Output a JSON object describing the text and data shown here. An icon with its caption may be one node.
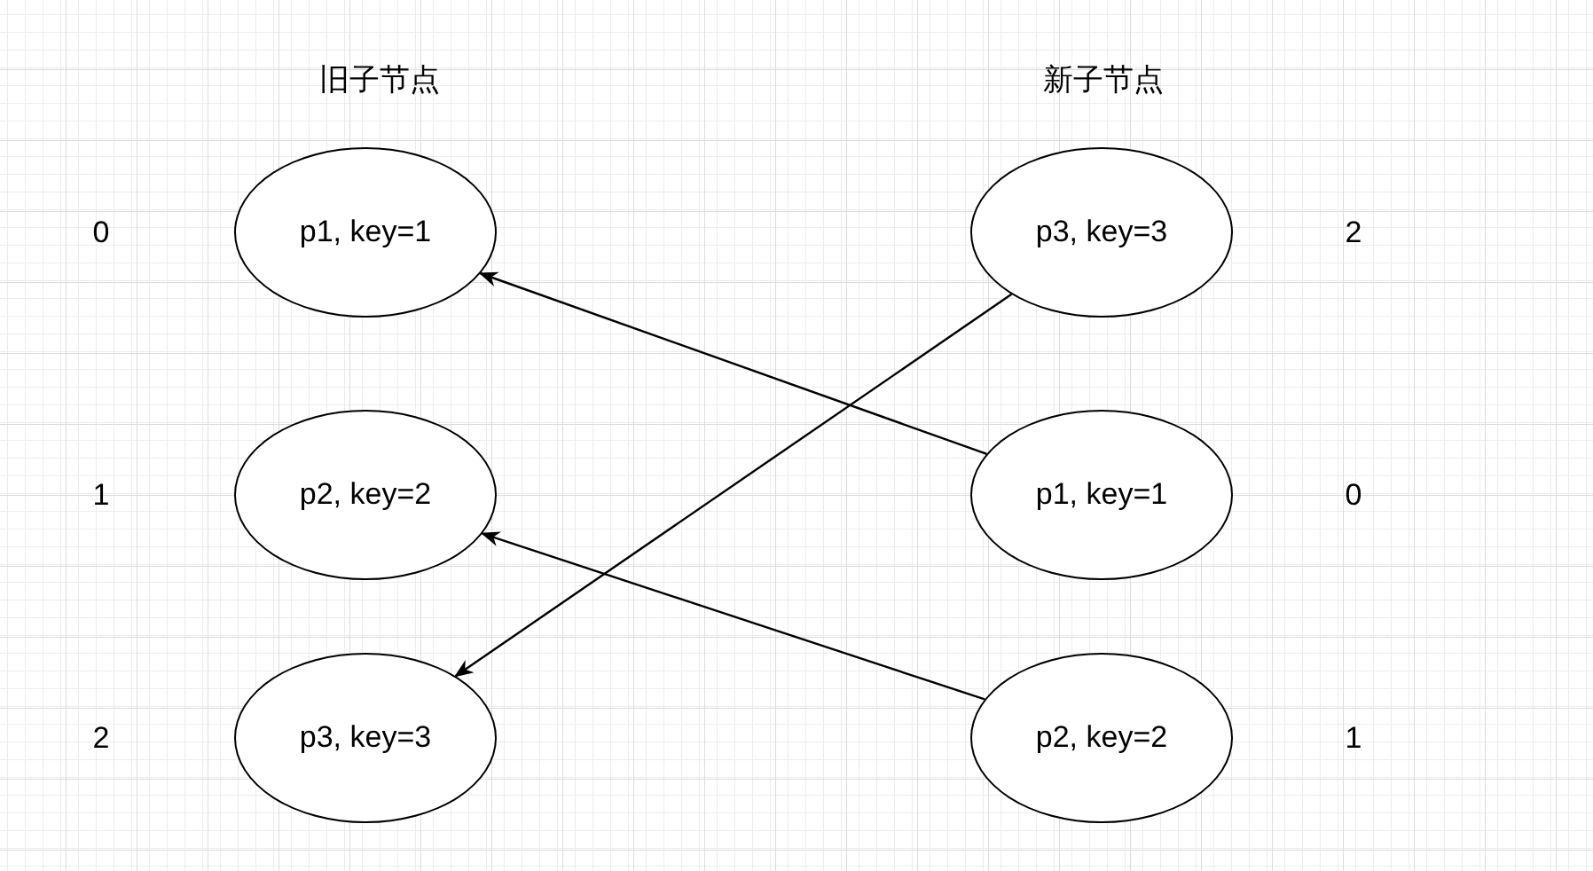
{
  "diagram": {
    "nodes": [
      {
        "text": [
          "p1, key=1"
        ]
      },
      {
        "text": [
          "p2, key=2"
        ]
      },
      {
        "text": [
          "p3, key=3"
        ]
      },
      {
        "text": [
          "p3, key=3"
        ]
      },
      {
        "text": [
          "p1, key=1"
        ]
      },
      {
        "text": [
          "p2, key=2"
        ]
      }
    ],
    "edges": [
      {
        "from": 4,
        "to": 0,
        "arrow": "to"
      },
      {
        "from": 3,
        "to": 2,
        "arrow": "to"
      },
      {
        "from": 5,
        "to": 1,
        "arrow": "to"
      }
    ],
    "labels": [
      "旧子节点",
      "新子节点",
      "0",
      "2",
      "1",
      "0",
      "2",
      "1"
    ]
  }
}
